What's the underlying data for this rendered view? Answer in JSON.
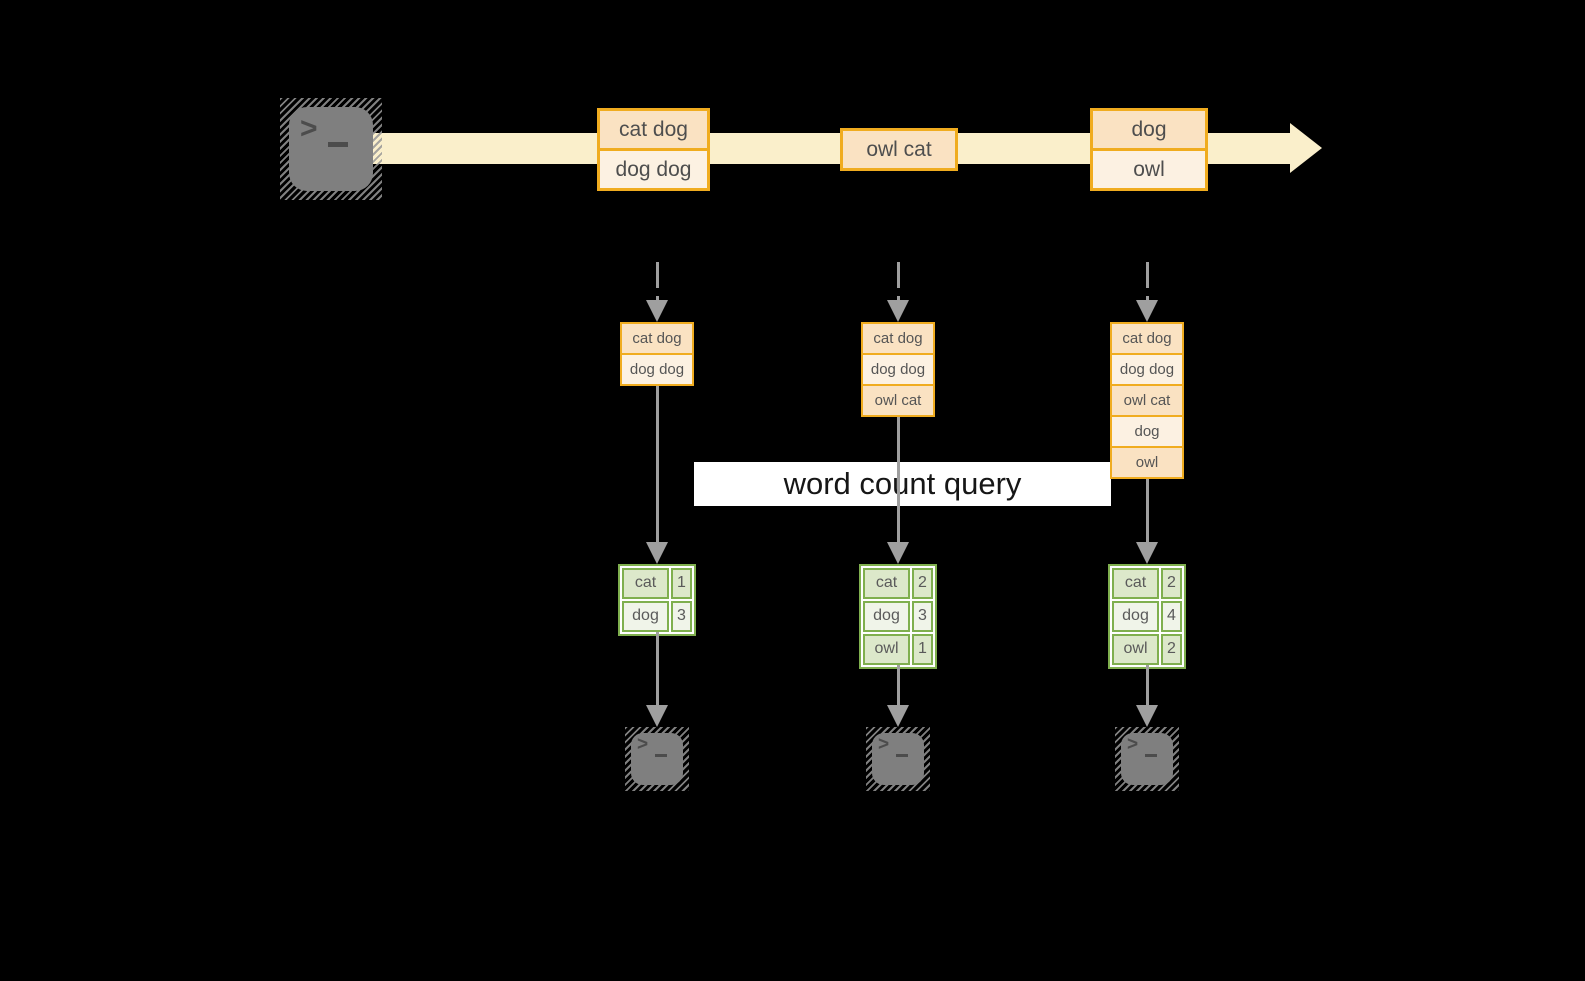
{
  "query": {
    "label": "word count query"
  },
  "stream": {
    "source_icon": "terminal-icon",
    "batches": [
      {
        "lines": [
          "cat dog",
          "dog dog"
        ]
      },
      {
        "lines": [
          "owl cat"
        ]
      },
      {
        "lines": [
          "dog",
          "owl"
        ]
      }
    ]
  },
  "columns": [
    {
      "input_lines": [
        "cat dog",
        "dog dog"
      ],
      "counts": [
        {
          "word": "cat",
          "count": "1"
        },
        {
          "word": "dog",
          "count": "3"
        }
      ],
      "sink_icon": "terminal-icon"
    },
    {
      "input_lines": [
        "cat dog",
        "dog dog",
        "owl cat"
      ],
      "counts": [
        {
          "word": "cat",
          "count": "2"
        },
        {
          "word": "dog",
          "count": "3"
        },
        {
          "word": "owl",
          "count": "1"
        }
      ],
      "sink_icon": "terminal-icon"
    },
    {
      "input_lines": [
        "cat dog",
        "dog dog",
        "owl cat",
        "dog",
        "owl"
      ],
      "counts": [
        {
          "word": "cat",
          "count": "2"
        },
        {
          "word": "dog",
          "count": "4"
        },
        {
          "word": "owl",
          "count": "2"
        }
      ],
      "sink_icon": "terminal-icon"
    }
  ],
  "colors": {
    "background": "#000000",
    "stream_band": "#faefcb",
    "batch_border": "#f0ac1f",
    "batch_fill_dark": "#fae2c2",
    "batch_fill_light": "#fcf1e2",
    "table_border": "#7faf4e",
    "table_fill_dark": "#dce8ca",
    "table_fill_light": "#f0f4e9",
    "arrow_gray": "#9f9f9f",
    "terminal_gray": "#7f7f7f",
    "query_band": "#ffffff"
  }
}
